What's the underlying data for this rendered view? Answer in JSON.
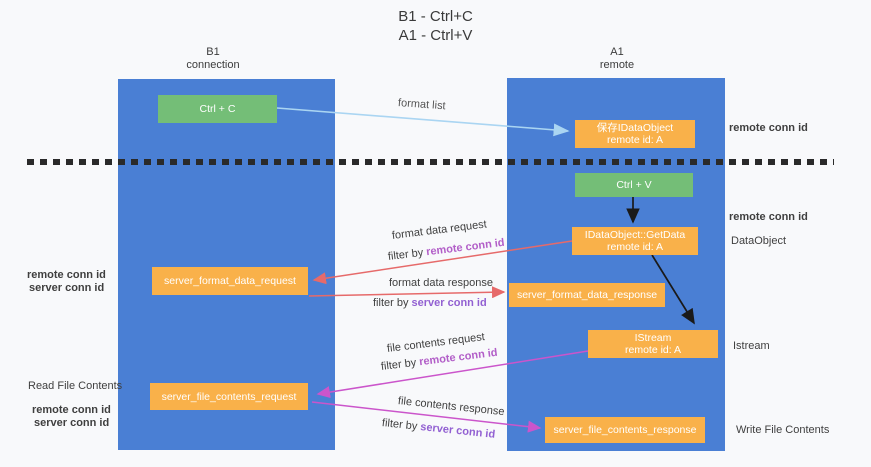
{
  "title": {
    "line1": "B1 - Ctrl+C",
    "line2": "A1 - Ctrl+V"
  },
  "columns": {
    "left": {
      "name": "B1",
      "role": "connection"
    },
    "right": {
      "name": "A1",
      "role": "remote"
    }
  },
  "nodes": {
    "ctrl_c": "Ctrl + C",
    "save_idataobject": {
      "line1": "保存IDataObject",
      "line2": "remote id: A"
    },
    "ctrl_v": "Ctrl + V",
    "getdata": {
      "line1": "IDataObject::GetData",
      "line2": "remote id: A"
    },
    "format_request": "server_format_data_request",
    "format_response": "server_format_data_response",
    "istream": {
      "line1": "IStream",
      "line2": "remote id: A"
    },
    "file_request": "server_file_contents_request",
    "file_response": "server_file_contents_response"
  },
  "arrow_labels": {
    "format_list": "format list",
    "format_data_request": "format data request",
    "format_data_response": "format data response",
    "file_contents_request": "file contents request",
    "file_contents_response": "file contents response",
    "filter_by": "filter by ",
    "remote_conn_id": "remote conn id",
    "server_conn_id": "server conn id"
  },
  "side_labels": {
    "remote_conn_id": "remote conn id",
    "server_conn_id": "server conn id",
    "dataobject": "DataObject",
    "istream": "Istream",
    "read_file_contents": "Read File Contents",
    "write_file_contents": "Write File Contents"
  },
  "colors": {
    "lane_blue": "#4a7fd4",
    "box_green": "#74be77",
    "box_orange": "#f9b14a",
    "arrow_blue": "#aad5f2",
    "arrow_red": "#e66a6a",
    "arrow_magenta": "#cb55cb",
    "arrow_black": "#1a1a1a",
    "label_purple": "#b25ec8",
    "label_violet": "#9260d2",
    "label_green": "#68bb6a"
  }
}
